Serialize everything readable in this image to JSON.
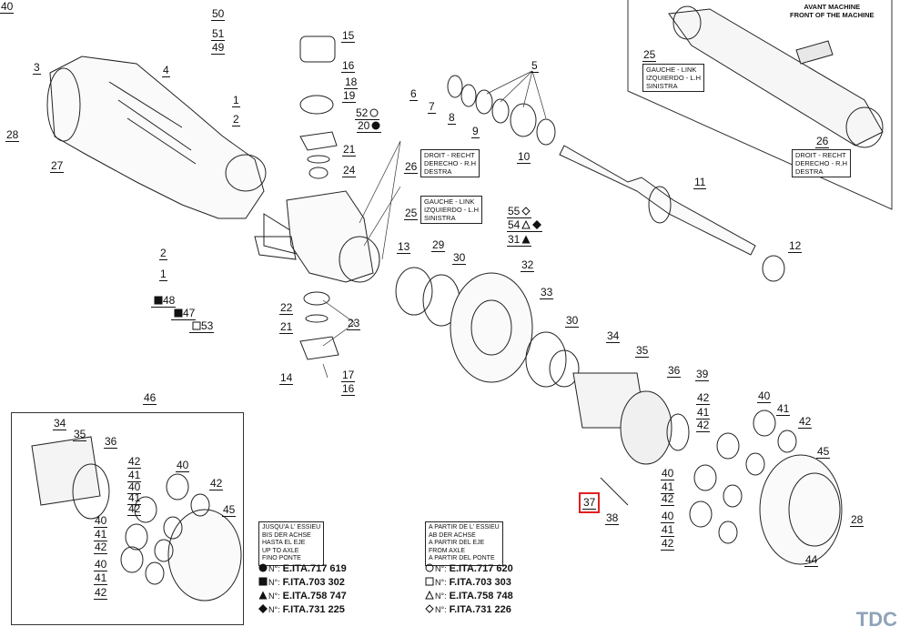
{
  "callouts": [
    {
      "id": "c50",
      "text": "50"
    },
    {
      "id": "c51",
      "text": "51"
    },
    {
      "id": "c49",
      "text": "49"
    },
    {
      "id": "c15",
      "text": "15"
    },
    {
      "id": "c16a",
      "text": "16"
    },
    {
      "id": "c18",
      "text": "18"
    },
    {
      "id": "c19",
      "text": "19"
    },
    {
      "id": "c52",
      "text": "52",
      "sym": "circle-open"
    },
    {
      "id": "c20",
      "text": "20",
      "sym": "circle-filled"
    },
    {
      "id": "c21a",
      "text": "21"
    },
    {
      "id": "c24",
      "text": "24"
    },
    {
      "id": "c3",
      "text": "3"
    },
    {
      "id": "c4",
      "text": "4"
    },
    {
      "id": "c1a",
      "text": "1"
    },
    {
      "id": "c2a",
      "text": "2"
    },
    {
      "id": "c28a",
      "text": "28"
    },
    {
      "id": "c27",
      "text": "27"
    },
    {
      "id": "c2b",
      "text": "2"
    },
    {
      "id": "c1b",
      "text": "1"
    },
    {
      "id": "c48",
      "text": "48",
      "sym": "square-filled",
      "pre": true
    },
    {
      "id": "c47",
      "text": "47",
      "sym": "square-filled",
      "pre": true
    },
    {
      "id": "c53",
      "text": "53",
      "sym": "square-open",
      "pre": true
    },
    {
      "id": "c22",
      "text": "22"
    },
    {
      "id": "c21b",
      "text": "21"
    },
    {
      "id": "c23",
      "text": "23"
    },
    {
      "id": "c14",
      "text": "14"
    },
    {
      "id": "c17",
      "text": "17"
    },
    {
      "id": "c16b",
      "text": "16"
    },
    {
      "id": "c5",
      "text": "5"
    },
    {
      "id": "c6",
      "text": "6"
    },
    {
      "id": "c7",
      "text": "7"
    },
    {
      "id": "c8",
      "text": "8"
    },
    {
      "id": "c9",
      "text": "9"
    },
    {
      "id": "c10",
      "text": "10"
    },
    {
      "id": "c11",
      "text": "11"
    },
    {
      "id": "c12",
      "text": "12"
    },
    {
      "id": "c26a",
      "text": "26"
    },
    {
      "id": "c25a",
      "text": "25"
    },
    {
      "id": "c55",
      "text": "55",
      "sym": "diamond-open"
    },
    {
      "id": "c54",
      "text": "54",
      "sym": "triangle-open",
      "sym2": "diamond-filled"
    },
    {
      "id": "c31",
      "text": "31",
      "sym": "triangle-filled"
    },
    {
      "id": "c13",
      "text": "13"
    },
    {
      "id": "c29",
      "text": "29"
    },
    {
      "id": "c30a",
      "text": "30"
    },
    {
      "id": "c32",
      "text": "32"
    },
    {
      "id": "c33",
      "text": "33"
    },
    {
      "id": "c30b",
      "text": "30"
    },
    {
      "id": "c34a",
      "text": "34"
    },
    {
      "id": "c35a",
      "text": "35"
    },
    {
      "id": "c36a",
      "text": "36"
    },
    {
      "id": "c39",
      "text": "39"
    },
    {
      "id": "c42a",
      "text": "42"
    },
    {
      "id": "c40a",
      "text": "40"
    },
    {
      "id": "c41a",
      "text": "41"
    },
    {
      "id": "c42b",
      "text": "42"
    },
    {
      "id": "c41b",
      "text": "41"
    },
    {
      "id": "c42c",
      "text": "42"
    },
    {
      "id": "c40b",
      "text": "40"
    },
    {
      "id": "c45a",
      "text": "45"
    },
    {
      "id": "c40c",
      "text": "40"
    },
    {
      "id": "c41c",
      "text": "41"
    },
    {
      "id": "c42d",
      "text": "42"
    },
    {
      "id": "c40d",
      "text": "40"
    },
    {
      "id": "c41d",
      "text": "41"
    },
    {
      "id": "c42e",
      "text": "42"
    },
    {
      "id": "c37",
      "text": "37"
    },
    {
      "id": "c38",
      "text": "38"
    },
    {
      "id": "c28b",
      "text": "28"
    },
    {
      "id": "c44",
      "text": "44"
    },
    {
      "id": "c46",
      "text": "46"
    },
    {
      "id": "c34b",
      "text": "34"
    },
    {
      "id": "c35b",
      "text": "35"
    },
    {
      "id": "c36b",
      "text": "36"
    },
    {
      "id": "c42f",
      "text": "42"
    },
    {
      "id": "c40e",
      "text": "40"
    },
    {
      "id": "c41e",
      "text": "41"
    },
    {
      "id": "c42g",
      "text": "42"
    },
    {
      "id": "c40f",
      "text": "40"
    },
    {
      "id": "c41f",
      "text": "41"
    },
    {
      "id": "c42h",
      "text": "42"
    },
    {
      "id": "c40g",
      "text": "40"
    },
    {
      "id": "c41g",
      "text": "41"
    },
    {
      "id": "c42i",
      "text": "42"
    },
    {
      "id": "c45b",
      "text": "45"
    },
    {
      "id": "c40h",
      "text": "40"
    },
    {
      "id": "c41h",
      "text": "41"
    },
    {
      "id": "c42j",
      "text": "42"
    },
    {
      "id": "c25b",
      "text": "25"
    },
    {
      "id": "c26b",
      "text": "26"
    }
  ],
  "boxes": {
    "droit_main": [
      "DROIT - RECHT",
      "DERECHO - R.H",
      "DESTRA"
    ],
    "gauche_main": [
      "GAUCHE - LINK",
      "IZQUIERDO - L.H",
      "SINISTRA"
    ],
    "gauche_inset": [
      "GAUCHE - LINK",
      "IZQUIERDO - L.H",
      "SINISTRA"
    ],
    "droit_inset": [
      "DROIT - RECHT",
      "DERECHO - R.H",
      "DESTRA"
    ],
    "front": [
      "AVANT MACHINE",
      "FRONT OF THE MACHINE"
    ]
  },
  "notes": {
    "upto": [
      "JUSQU'A L' ESSIEU",
      "BIS DER ACHSE",
      "HASTA EL EJE",
      "UP TO AXLE",
      "FINO PONTE"
    ],
    "from": [
      "A PARTIR DE L' ESSIEU",
      "AB DER ACHSE",
      "A PARTIR DEL EJE",
      "FROM AXLE",
      "A PARTIR DEL PONTE"
    ]
  },
  "serials_left": [
    {
      "sym": "circle-filled",
      "value": "E.ITA.717 619"
    },
    {
      "sym": "square-filled",
      "value": "F.ITA.703 302"
    },
    {
      "sym": "triangle-filled",
      "value": "E.ITA.758 747"
    },
    {
      "sym": "diamond-filled",
      "value": "F.ITA.731 225"
    }
  ],
  "serials_right": [
    {
      "sym": "circle-open",
      "value": "E.ITA.717 620"
    },
    {
      "sym": "square-open",
      "value": "F.ITA.703 303"
    },
    {
      "sym": "triangle-open",
      "value": "E.ITA.758 748"
    },
    {
      "sym": "diamond-open",
      "value": "F.ITA.731 226"
    }
  ],
  "serial_prefix": "N°:",
  "logo": "TDC",
  "highlight_color": "#e02020"
}
